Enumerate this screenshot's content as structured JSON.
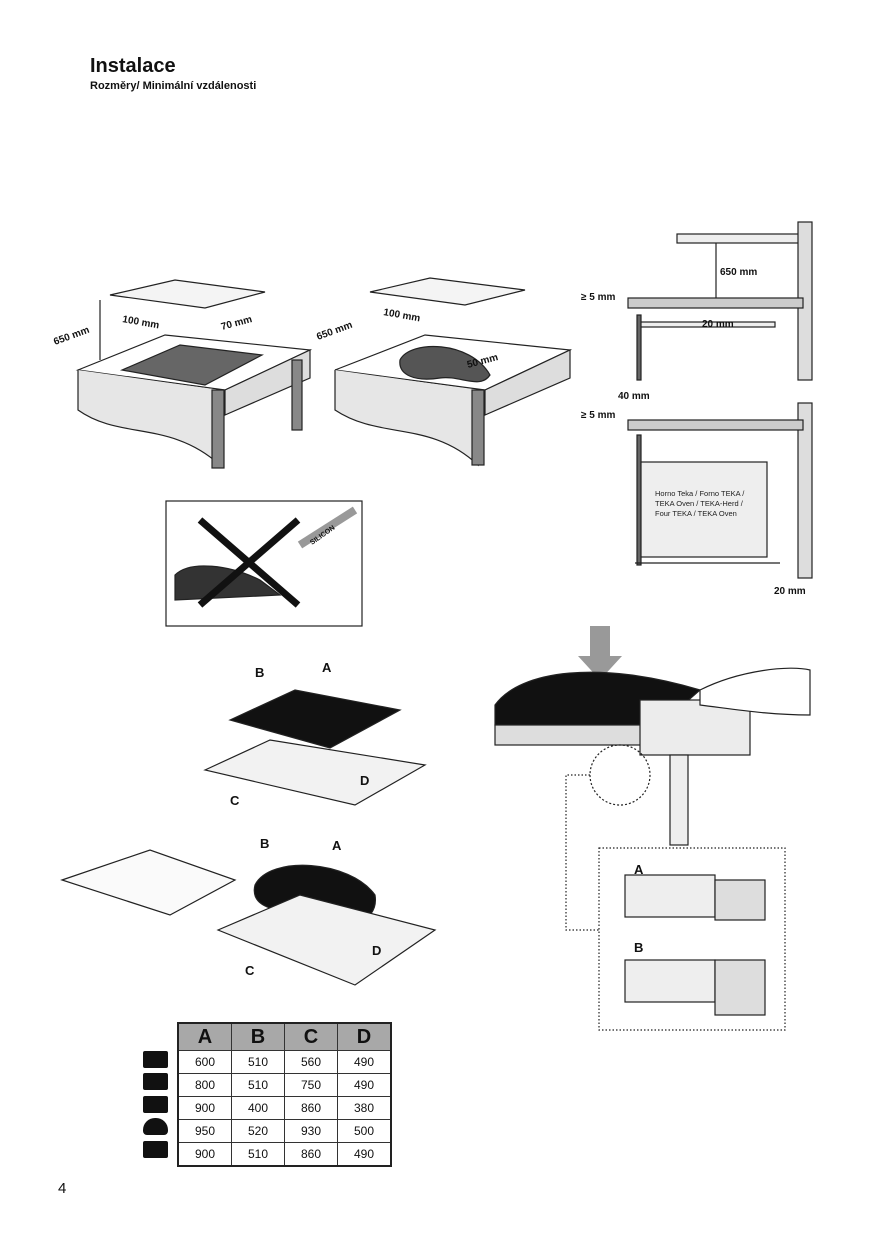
{
  "header": {
    "title": "Instalace",
    "subtitle": "Rozměry/ Minimální vzdálenosti"
  },
  "diagrams": {
    "cutout_rect": {
      "height": "650 mm",
      "side": "100 mm",
      "back": "70 mm"
    },
    "cutout_bean": {
      "height": "650 mm",
      "side": "100 mm",
      "back": "50 mm"
    },
    "side_view_top": {
      "hood": "650 mm",
      "edge": "≥ 5 mm",
      "below": "20 mm"
    },
    "side_view_oven": {
      "front": "40 mm",
      "edge": "≥ 5 mm",
      "rear": "20 mm",
      "oven_lines": [
        "Horno Teka / Forno TEKA /",
        "TEKA Oven / TEKA-Herd /",
        "Four TEKA / TEKA Oven"
      ]
    },
    "silicon": "SILICON",
    "dims": {
      "a": "A",
      "b": "B",
      "c": "C",
      "d": "D"
    },
    "detail": {
      "a": "A",
      "b": "B"
    }
  },
  "table": {
    "headers": [
      "A",
      "B",
      "C",
      "D"
    ],
    "rows": [
      [
        "600",
        "510",
        "560",
        "490"
      ],
      [
        "800",
        "510",
        "750",
        "490"
      ],
      [
        "900",
        "400",
        "860",
        "380"
      ],
      [
        "950",
        "520",
        "930",
        "500"
      ],
      [
        "900",
        "510",
        "860",
        "490"
      ]
    ]
  },
  "page_number": "4"
}
